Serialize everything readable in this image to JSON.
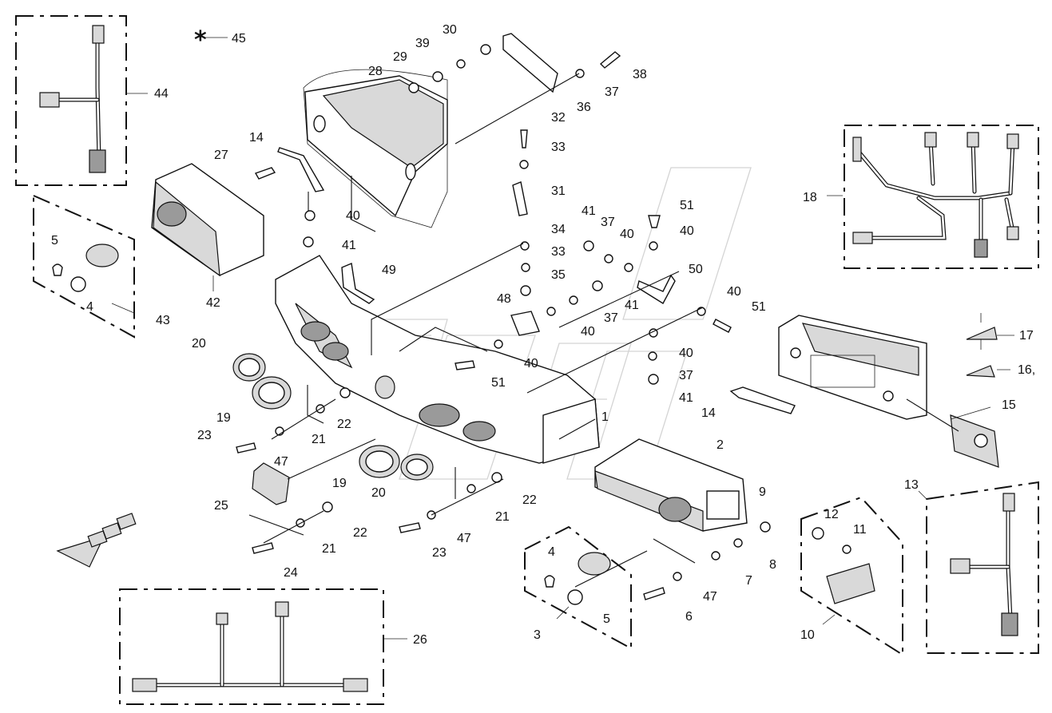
{
  "diagram": {
    "callouts": [
      {
        "id": "c1",
        "label": "1"
      },
      {
        "id": "c2",
        "label": "2"
      },
      {
        "id": "c3",
        "label": "3"
      },
      {
        "id": "c4a",
        "label": "4"
      },
      {
        "id": "c4b",
        "label": "4"
      },
      {
        "id": "c5a",
        "label": "5"
      },
      {
        "id": "c5b",
        "label": "5"
      },
      {
        "id": "c6",
        "label": "6"
      },
      {
        "id": "c7",
        "label": "7"
      },
      {
        "id": "c8",
        "label": "8"
      },
      {
        "id": "c9",
        "label": "9"
      },
      {
        "id": "c10",
        "label": "10"
      },
      {
        "id": "c11",
        "label": "11"
      },
      {
        "id": "c12",
        "label": "12"
      },
      {
        "id": "c13",
        "label": "13"
      },
      {
        "id": "c14a",
        "label": "14"
      },
      {
        "id": "c14b",
        "label": "14"
      },
      {
        "id": "c15",
        "label": "15"
      },
      {
        "id": "c16",
        "label": "16,"
      },
      {
        "id": "c17",
        "label": "17"
      },
      {
        "id": "c18",
        "label": "18"
      },
      {
        "id": "c19a",
        "label": "19"
      },
      {
        "id": "c19b",
        "label": "19"
      },
      {
        "id": "c20a",
        "label": "20"
      },
      {
        "id": "c20b",
        "label": "20"
      },
      {
        "id": "c21a",
        "label": "21"
      },
      {
        "id": "c21b",
        "label": "21"
      },
      {
        "id": "c21c",
        "label": "21"
      },
      {
        "id": "c22a",
        "label": "22"
      },
      {
        "id": "c22b",
        "label": "22"
      },
      {
        "id": "c22c",
        "label": "22"
      },
      {
        "id": "c23a",
        "label": "23"
      },
      {
        "id": "c23b",
        "label": "23"
      },
      {
        "id": "c24",
        "label": "24"
      },
      {
        "id": "c25",
        "label": "25"
      },
      {
        "id": "c26",
        "label": "26"
      },
      {
        "id": "c27",
        "label": "27"
      },
      {
        "id": "c28",
        "label": "28"
      },
      {
        "id": "c29",
        "label": "29"
      },
      {
        "id": "c30",
        "label": "30"
      },
      {
        "id": "c31",
        "label": "31"
      },
      {
        "id": "c32",
        "label": "32"
      },
      {
        "id": "c33a",
        "label": "33"
      },
      {
        "id": "c33b",
        "label": "33"
      },
      {
        "id": "c34",
        "label": "34"
      },
      {
        "id": "c35",
        "label": "35"
      },
      {
        "id": "c36",
        "label": "36"
      },
      {
        "id": "c37a",
        "label": "37"
      },
      {
        "id": "c37b",
        "label": "37"
      },
      {
        "id": "c37c",
        "label": "37"
      },
      {
        "id": "c37d",
        "label": "37"
      },
      {
        "id": "c38",
        "label": "38"
      },
      {
        "id": "c39",
        "label": "39"
      },
      {
        "id": "c40a",
        "label": "40"
      },
      {
        "id": "c40b",
        "label": "40"
      },
      {
        "id": "c40c",
        "label": "40"
      },
      {
        "id": "c40d",
        "label": "40"
      },
      {
        "id": "c40e",
        "label": "40"
      },
      {
        "id": "c40f",
        "label": "40"
      },
      {
        "id": "c40g",
        "label": "40"
      },
      {
        "id": "c41a",
        "label": "41"
      },
      {
        "id": "c41b",
        "label": "41"
      },
      {
        "id": "c41c",
        "label": "41"
      },
      {
        "id": "c41d",
        "label": "41"
      },
      {
        "id": "c42",
        "label": "42"
      },
      {
        "id": "c43",
        "label": "43"
      },
      {
        "id": "c44",
        "label": "44"
      },
      {
        "id": "c45",
        "label": "45"
      },
      {
        "id": "c47a",
        "label": "47"
      },
      {
        "id": "c47b",
        "label": "47"
      },
      {
        "id": "c47c",
        "label": "47"
      },
      {
        "id": "c48",
        "label": "48"
      },
      {
        "id": "c49",
        "label": "49"
      },
      {
        "id": "c50",
        "label": "50"
      },
      {
        "id": "c51a",
        "label": "51"
      },
      {
        "id": "c51b",
        "label": "51"
      },
      {
        "id": "c51c",
        "label": "51"
      }
    ],
    "asterisk": "*"
  }
}
